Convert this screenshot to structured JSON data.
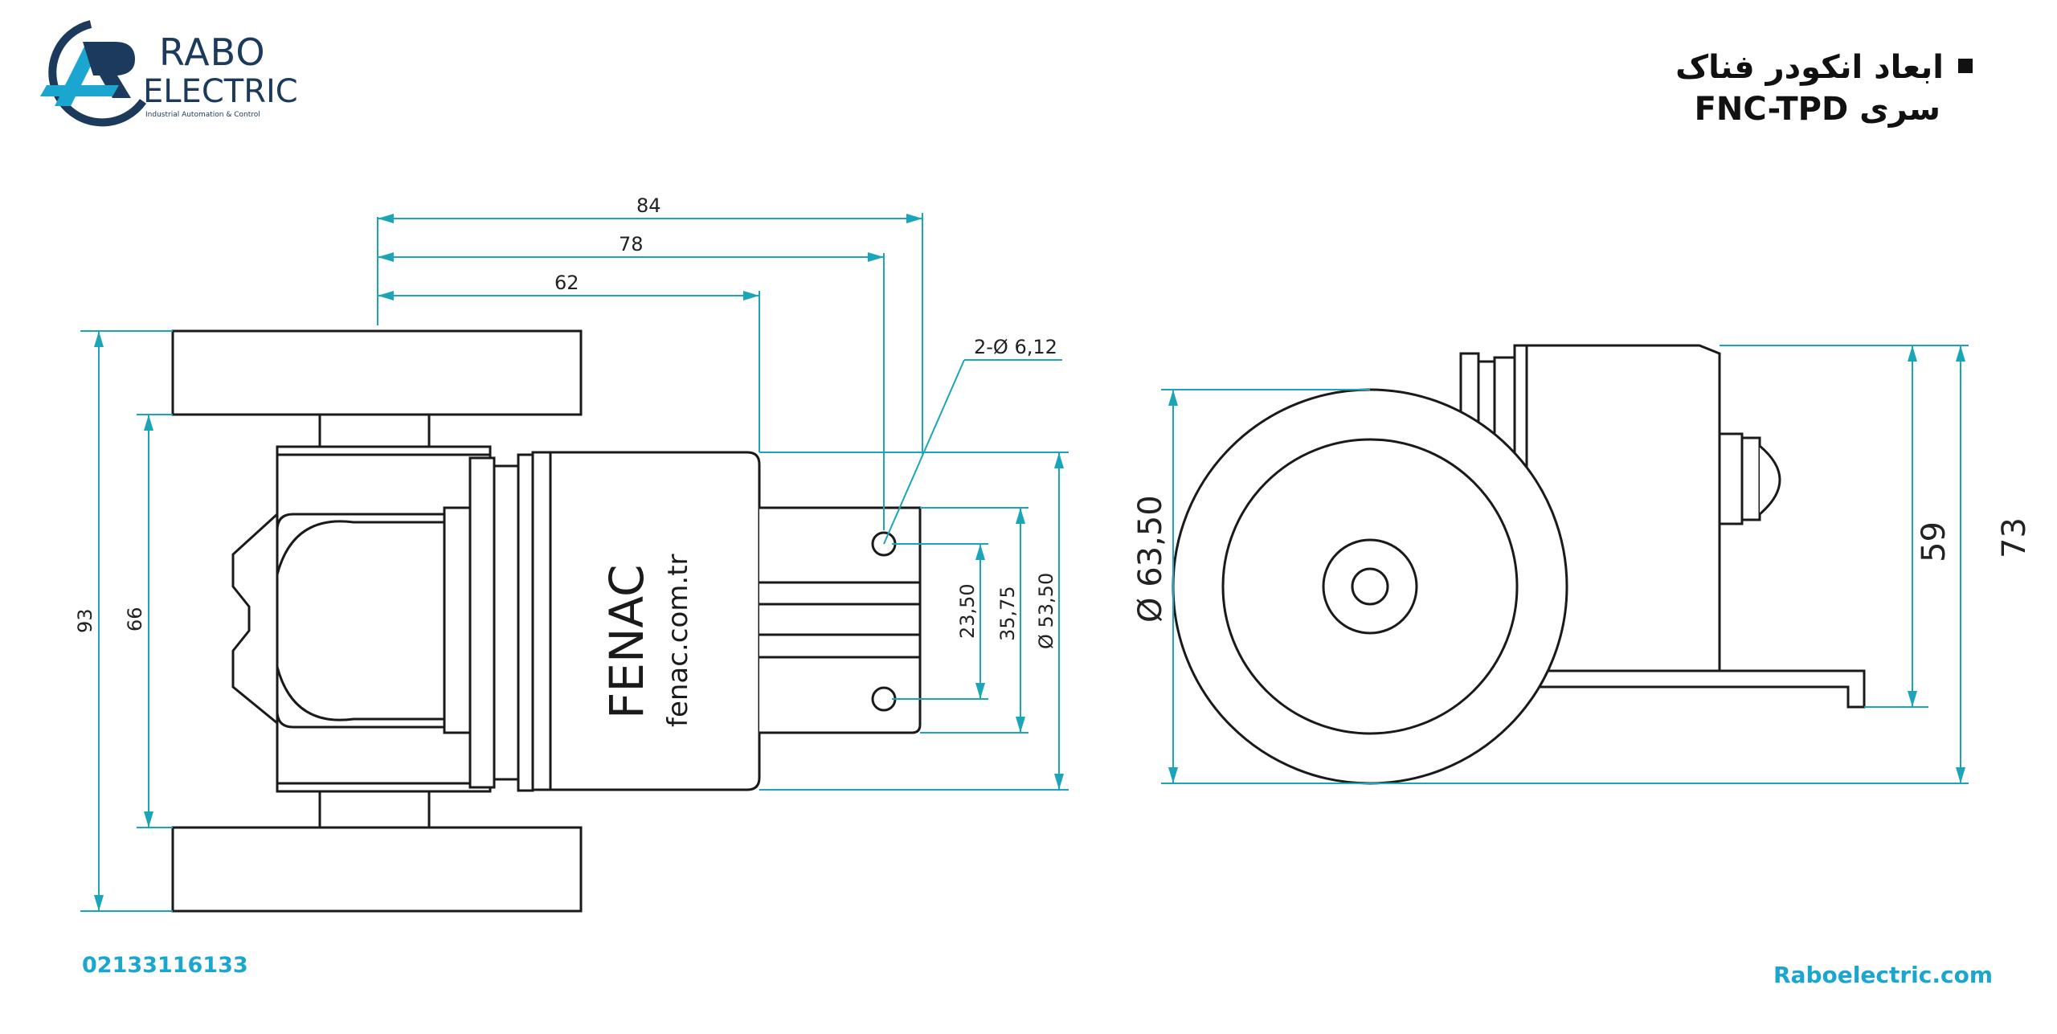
{
  "logo": {
    "line1": "RABO",
    "line2": "ELECTRIC",
    "tagline": "Industrial Automation & Control"
  },
  "title": {
    "line1": "ابعاد انکودر فناک",
    "line2": "سری FNC-TPD"
  },
  "body_text": {
    "brand": "FENAC",
    "url": "fenac.com.tr"
  },
  "dimensions": {
    "d84": "84",
    "d78": "78",
    "d62": "62",
    "hole": "2-Ø 6,12",
    "d93": "93",
    "d66": "66",
    "d23_50": "23,50",
    "d35_75": "35,75",
    "d53_50": "Ø 53,50",
    "d63_50": "Ø 63,50",
    "d59": "59",
    "d73": "73"
  },
  "footer": {
    "phone": "02133116133",
    "website": "Raboelectric.com"
  },
  "colors": {
    "dimension": "#1aa6b8",
    "outline": "#1a1a1a",
    "brand_blue": "#1aa6cf",
    "logo_navy": "#1b3a5c"
  }
}
